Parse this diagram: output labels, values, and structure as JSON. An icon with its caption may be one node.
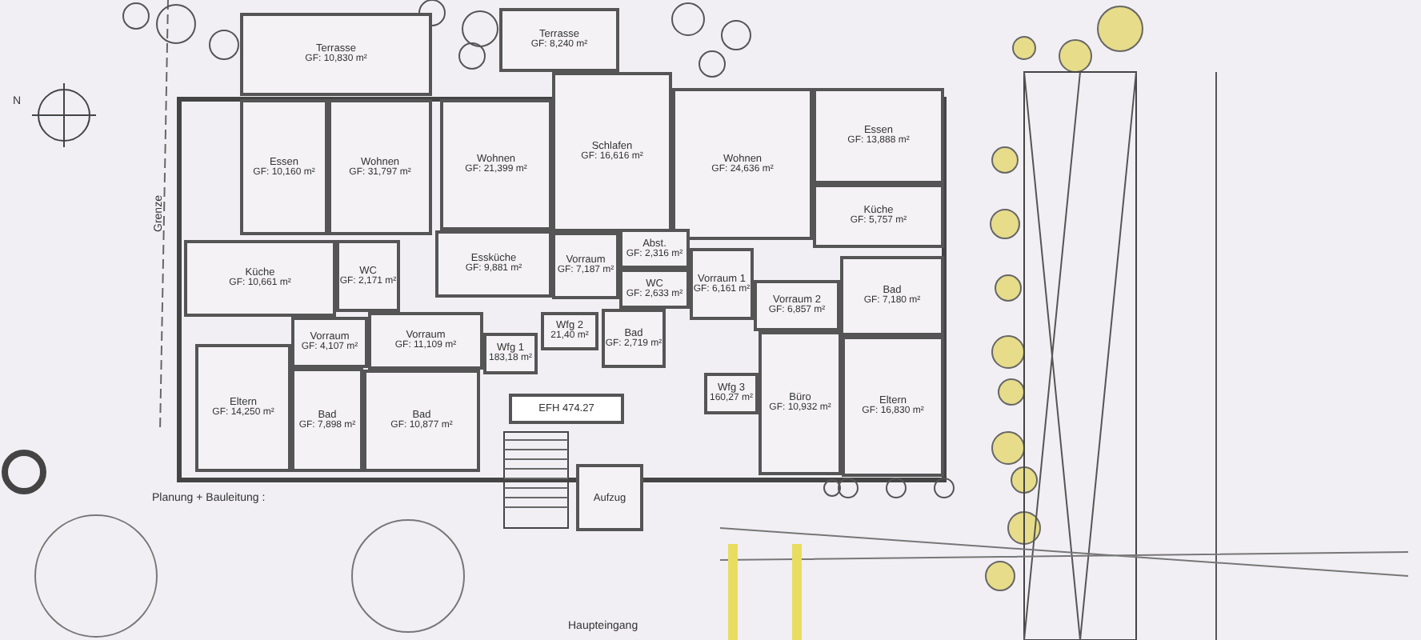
{
  "diagram": {
    "nodes": [
      {
        "text": [
          "Terrasse",
          "GF: 10,830 m²"
        ]
      },
      {
        "text": [
          "Terrasse",
          "GF: 8,240 m²"
        ]
      },
      {
        "text": [
          "Essen",
          "GF: 10,160 m²"
        ]
      },
      {
        "text": [
          "Wohnen",
          "GF: 31,797 m²"
        ]
      },
      {
        "text": [
          "Wohnen",
          "GF: 21,399 m²"
        ]
      },
      {
        "text": [
          "Schlafen",
          "GF: 16,616 m²"
        ]
      },
      {
        "text": [
          "Wohnen",
          "GF: 24,636 m²"
        ]
      },
      {
        "text": [
          "Essen",
          "GF: 13,888 m²"
        ]
      },
      {
        "text": [
          "Küche",
          "GF: 5,757 m²"
        ]
      },
      {
        "text": [
          "Küche",
          "GF: 10,661 m²"
        ]
      },
      {
        "text": [
          "WC",
          "GF: 2,171 m²"
        ]
      },
      {
        "text": [
          "Essküche",
          "GF: 9,881 m²"
        ]
      },
      {
        "text": [
          "Vorraum",
          "GF: 7,187 m²"
        ]
      },
      {
        "text": [
          "Abst.",
          "GF: 2,316 m²"
        ]
      },
      {
        "text": [
          "WC",
          "GF: 2,633 m²"
        ]
      },
      {
        "text": [
          "Vorraum 1",
          "GF: 6,161 m²"
        ]
      },
      {
        "text": [
          "Vorraum 2",
          "GF: 6,857 m²"
        ]
      },
      {
        "text": [
          "Bad",
          "GF: 7,180 m²"
        ]
      },
      {
        "text": [
          "Eltern",
          "GF: 14,250 m²"
        ]
      },
      {
        "text": [
          "Vorraum",
          "GF: 4,107 m²"
        ]
      },
      {
        "text": [
          "Vorraum",
          "GF: 11,109 m²"
        ]
      },
      {
        "text": [
          "Bad",
          "GF: 7,898 m²"
        ]
      },
      {
        "text": [
          "Bad",
          "GF: 10,877 m²"
        ]
      },
      {
        "text": [
          "Wfg 1",
          "183,18 m²"
        ]
      },
      {
        "text": [
          "Wfg 2",
          "21,40 m²"
        ]
      },
      {
        "text": [
          "Bad",
          "GF: 2,719 m²"
        ]
      },
      {
        "text": [
          "Wfg 3",
          "160,27 m²"
        ]
      },
      {
        "text": [
          "Büro",
          "GF: 10,932 m²"
        ]
      },
      {
        "text": [
          "Eltern",
          "GF: 16,830 m²"
        ]
      },
      {
        "text": [
          "EFH 474.27"
        ]
      },
      {
        "text": [
          "Aufzug"
        ]
      }
    ],
    "labels": [
      "N",
      "Grenze",
      "Planung + Bauleitung :",
      "Haupteingang"
    ]
  }
}
